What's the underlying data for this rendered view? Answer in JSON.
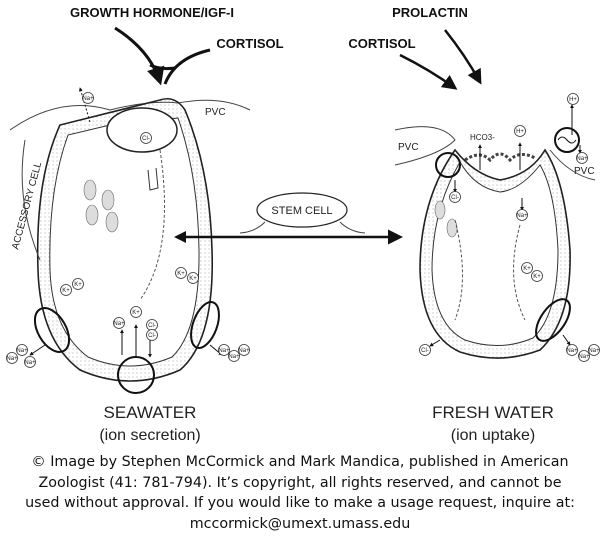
{
  "hormones": {
    "left_top": "GROWTH HORMONE/IGF-I",
    "left_cortisol": "CORTISOL",
    "right_top": "PROLACTIN",
    "right_cortisol": "CORTISOL"
  },
  "labels": {
    "pvc": "PVC",
    "accessory_cell": "ACCESSORY CELL",
    "stem_cell": "STEM CELL",
    "hco3": "HCO3-"
  },
  "ions": {
    "na": "Na+",
    "k": "K+",
    "cl": "Cl-",
    "h": "H+"
  },
  "panels": {
    "left": {
      "title": "SEAWATER",
      "subtitle": "(ion secretion)"
    },
    "right": {
      "title": "FRESH WATER",
      "subtitle": "(ion uptake)"
    }
  },
  "caption": [
    "© Image by Stephen McCormick and Mark Mandica, published in American",
    "Zoologist (41: 781-794).  It’s copyright, all rights reserved, and cannot be",
    "used without approval.  If you would like to make a usage request, inquire at:",
    "mccormick@umext.umass.edu"
  ]
}
